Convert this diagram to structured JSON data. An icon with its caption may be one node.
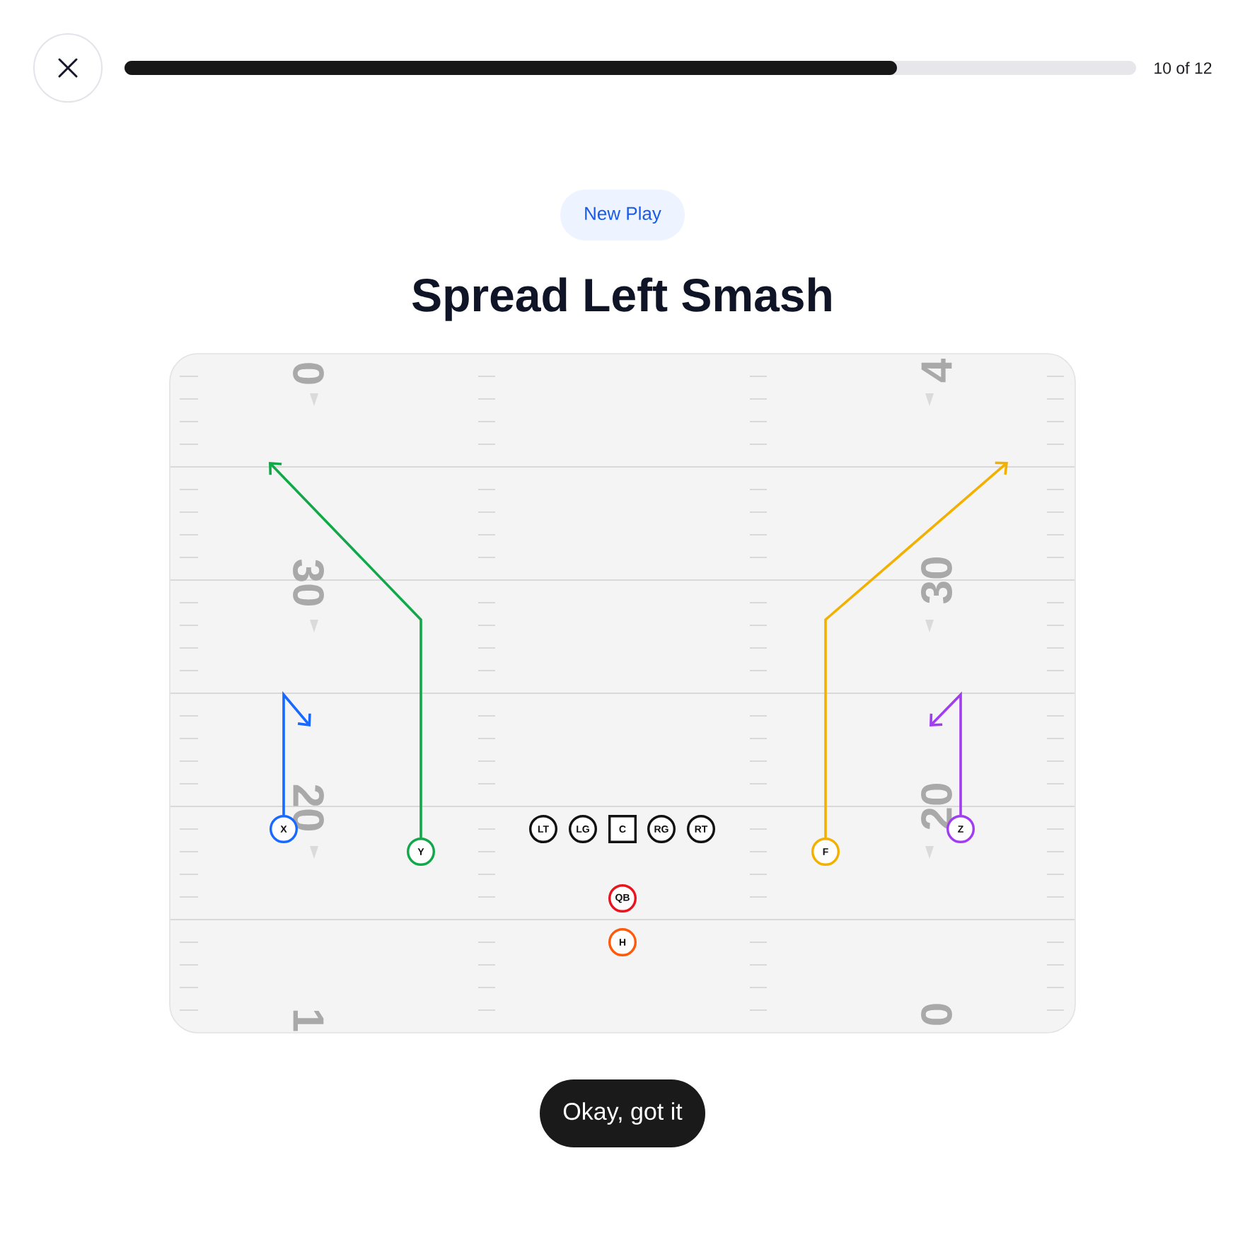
{
  "diagram": {
    "title": "Spread Left Smash",
    "nodes": [
      {
        "text": [
          "New Play"
        ]
      },
      {
        "text": [
          "X"
        ]
      },
      {
        "text": [
          "Y"
        ]
      },
      {
        "text": [
          "LT"
        ]
      },
      {
        "text": [
          "LG"
        ]
      },
      {
        "text": [
          "C"
        ]
      },
      {
        "text": [
          "RG"
        ]
      },
      {
        "text": [
          "RT"
        ]
      },
      {
        "text": [
          "F"
        ]
      },
      {
        "text": [
          "Z"
        ]
      },
      {
        "text": [
          "QB"
        ]
      },
      {
        "text": [
          "H"
        ]
      },
      {
        "text": [
          "Okay, got it"
        ]
      }
    ],
    "edges": [
      {
        "from": 1,
        "to": null,
        "arrow": "to",
        "color": "#1769ff"
      },
      {
        "from": 2,
        "to": null,
        "arrow": "to",
        "color": "#12a84a"
      },
      {
        "from": 8,
        "to": null,
        "arrow": "to",
        "color": "#f2b100"
      },
      {
        "from": 9,
        "to": null,
        "arrow": "to",
        "color": "#a23cf0"
      }
    ],
    "labels": [
      "10 of 12",
      "0",
      "4",
      "30",
      "30",
      "20",
      "20",
      "1",
      "0"
    ]
  }
}
